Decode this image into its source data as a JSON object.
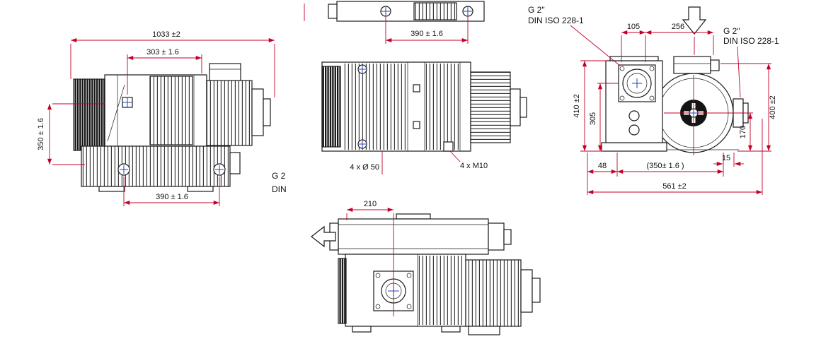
{
  "drawing": {
    "colors": {
      "line": "#1a1a1a",
      "dimension": "#c4002a",
      "centerline": "#2244bb"
    },
    "side_view": {
      "dim_overall": "1033 ±2",
      "dim_303": "303 ± 1.6",
      "dim_350": "350 ± 1.6",
      "dim_390": "390 ± 1.6"
    },
    "top_view": {
      "dim_390": "390 ± 1.6",
      "holes_label": "4 x Ø 50",
      "threads_label": "4 x M10",
      "port_label_line1": "G 2",
      "port_label_line2": "DIN"
    },
    "front_view": {
      "callout_left": {
        "line1": "G 2\"",
        "line2": "DIN ISO 228-1"
      },
      "callout_right": {
        "line1": "G 2\"",
        "line2": "DIN ISO 228-1"
      },
      "dim_105": "105",
      "dim_256": "256",
      "dim_410": "410 ±2",
      "dim_305": "305",
      "dim_400": "400 ±2",
      "dim_170": "170",
      "dim_48": "48",
      "dim_350": "(350± 1.6 )",
      "dim_15": "15",
      "dim_561": "561 ±2"
    },
    "rear_view": {
      "dim_210": "210"
    }
  }
}
